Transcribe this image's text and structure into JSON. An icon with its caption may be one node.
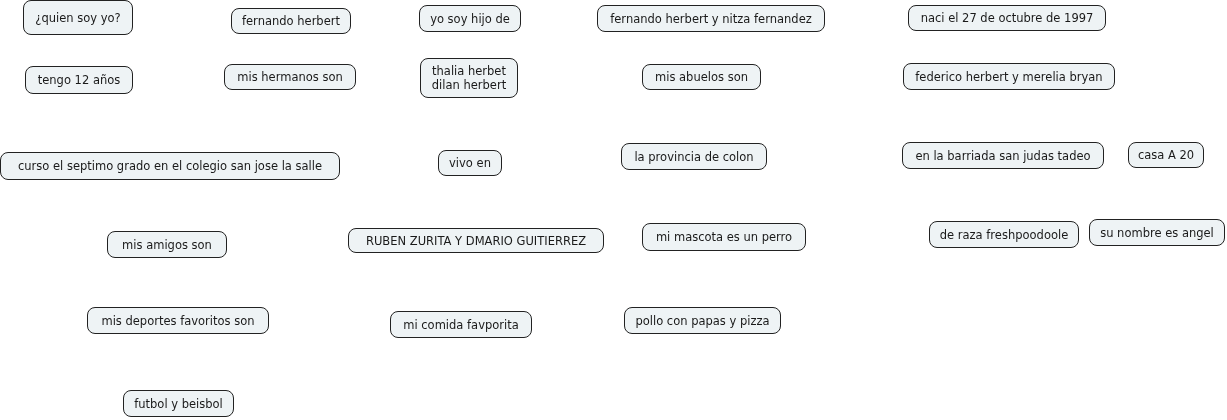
{
  "diagram": {
    "nodes": [
      {
        "text": [
          "¿quien soy yo?"
        ]
      },
      {
        "text": [
          "fernando herbert"
        ]
      },
      {
        "text": [
          "yo soy hijo de"
        ]
      },
      {
        "text": [
          "fernando herbert y nitza fernandez"
        ]
      },
      {
        "text": [
          "naci el 27 de octubre de 1997"
        ]
      },
      {
        "text": [
          "tengo 12 años"
        ]
      },
      {
        "text": [
          "mis hermanos son"
        ]
      },
      {
        "text": [
          "thalia herbet dilan herbert"
        ]
      },
      {
        "text": [
          "mis abuelos son"
        ]
      },
      {
        "text": [
          "federico herbert y merelia bryan"
        ]
      },
      {
        "text": [
          "curso el septimo grado en el colegio san jose la salle"
        ]
      },
      {
        "text": [
          "vivo en"
        ]
      },
      {
        "text": [
          "la provincia de colon"
        ]
      },
      {
        "text": [
          "en la barriada san judas tadeo"
        ]
      },
      {
        "text": [
          "casa A 20"
        ]
      },
      {
        "text": [
          "mis amigos son"
        ]
      },
      {
        "text": [
          "RUBEN ZURITA Y DMARIO GUITIERREZ"
        ]
      },
      {
        "text": [
          "mi mascota es un perro"
        ]
      },
      {
        "text": [
          "de raza freshpoodoole"
        ]
      },
      {
        "text": [
          "su nombre es angel"
        ]
      },
      {
        "text": [
          "mis deportes favoritos son"
        ]
      },
      {
        "text": [
          "mi comida favporita"
        ]
      },
      {
        "text": [
          "pollo con papas y pizza"
        ]
      },
      {
        "text": [
          "futbol y beisbol"
        ]
      }
    ]
  }
}
